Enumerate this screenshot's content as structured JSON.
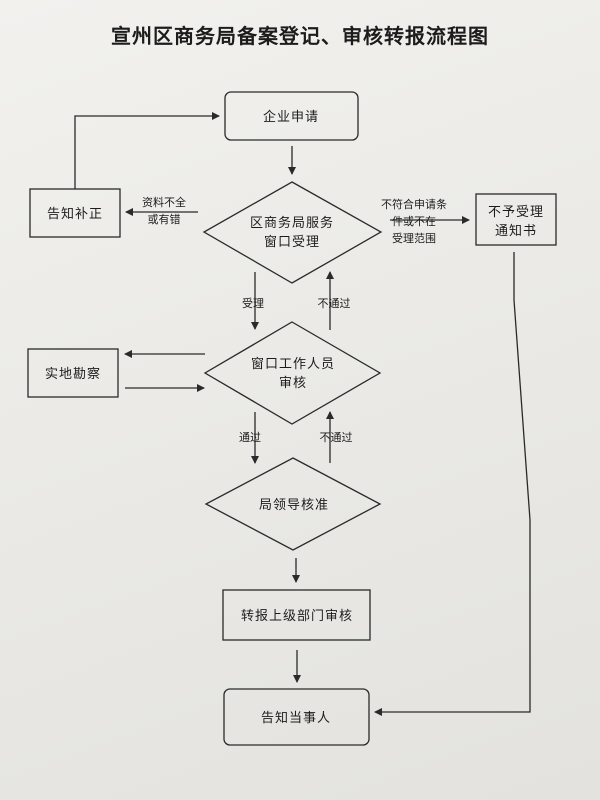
{
  "title": "宣州区商务局备案登记、审核转报流程图",
  "nodes": {
    "apply": "企业申请",
    "window_accept_line1": "区商务局服务",
    "window_accept_line2": "窗口受理",
    "correction": "告知补正",
    "reject_line1": "不予受理",
    "reject_line2": "通知书",
    "survey": "实地勘察",
    "staff_review_line1": "窗口工作人员",
    "staff_review_line2": "审核",
    "leader_approve": "局领导核准",
    "forward": "转报上级部门审核",
    "notify": "告知当事人"
  },
  "edges": {
    "incomplete_line1": "资料不全",
    "incomplete_line2": "或有错",
    "out_of_scope_line1": "不符合申请条",
    "out_of_scope_line2": "件或不在",
    "out_of_scope_line3": "受理范围",
    "accepted": "受理",
    "not_passed_1": "不通过",
    "passed": "通过",
    "not_passed_2": "不通过"
  }
}
